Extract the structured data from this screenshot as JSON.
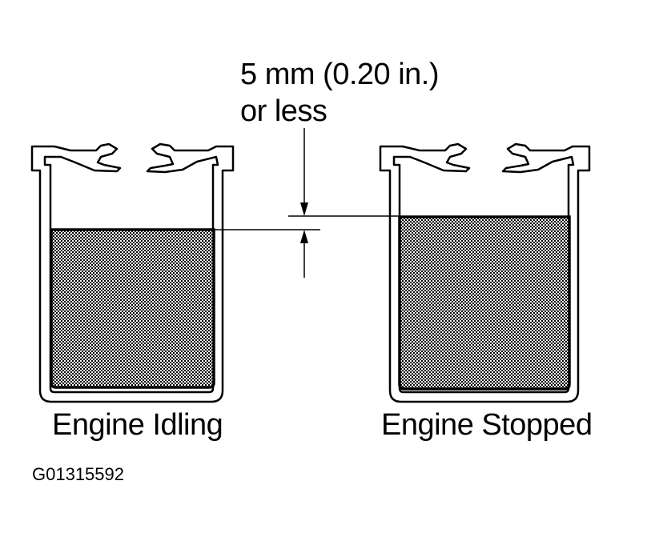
{
  "annotation": {
    "line1": "5 mm (0.20 in.)",
    "line2": "or less"
  },
  "containers": [
    {
      "caption": "Engine Idling"
    },
    {
      "caption": "Engine Stopped"
    }
  ],
  "figure_id": "G01315592",
  "colors": {
    "ink": "#000000",
    "paper": "#ffffff",
    "fluid_fill": "#9a9a9a"
  }
}
